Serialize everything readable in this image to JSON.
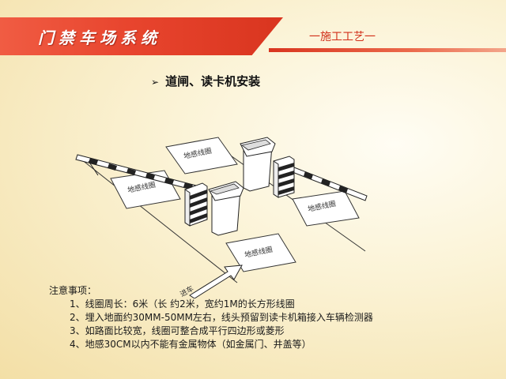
{
  "header": {
    "app_title": "门禁车场系统",
    "section_tag": "一施工工艺一"
  },
  "slide": {
    "heading_marker": "➢",
    "heading": "道闸、读卡机安装"
  },
  "diagram": {
    "loop_labels": [
      "地感线圈",
      "地感线圈",
      "地感线圈",
      "地感线圈"
    ],
    "direction_label": "进车"
  },
  "notes": {
    "title": "注意事项：",
    "items": [
      "1、线圈周长：6米（长 约2米，宽约1M的长方形线圈",
      "2、埋入地面约30MM-50MM左右，线头预留到读卡机箱接入车辆检测器",
      "3、如路面比较宽，线圈可整合成平行四边形或菱形",
      "4、地感30CM以内不能有金属物体（如金属门、井盖等）"
    ]
  },
  "colors": {
    "header_red": "#e8452e",
    "tag_red": "#d2301a",
    "background": "#fbf3d6"
  }
}
